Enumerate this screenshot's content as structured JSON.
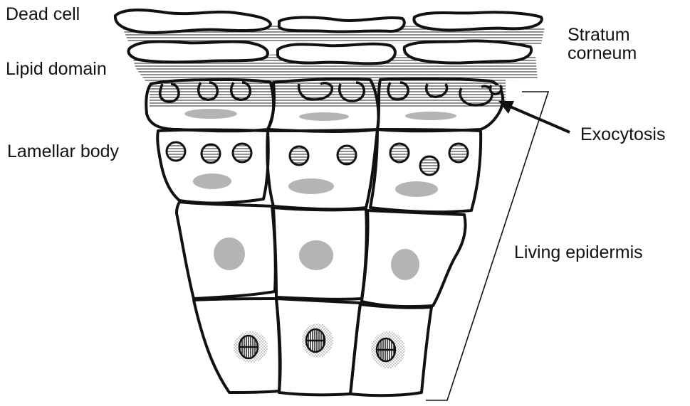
{
  "labels": {
    "dead_cell": "Dead cell",
    "lipid_domain": "Lipid domain",
    "stratum_corneum_line1": "Stratum",
    "stratum_corneum_line2": "corneum",
    "lamellar_body": "Lamellar body",
    "exocytosis": "Exocytosis",
    "living_epidermis": "Living epidermis"
  },
  "colors": {
    "outline": "#111111",
    "lipid_stripe": "#444444",
    "nucleus": "#b4b4b4",
    "stipple": "#8a8a8a",
    "background": "#ffffff"
  },
  "icons": {
    "arrow": "arrow-icon",
    "bracket": "bracket-icon"
  }
}
